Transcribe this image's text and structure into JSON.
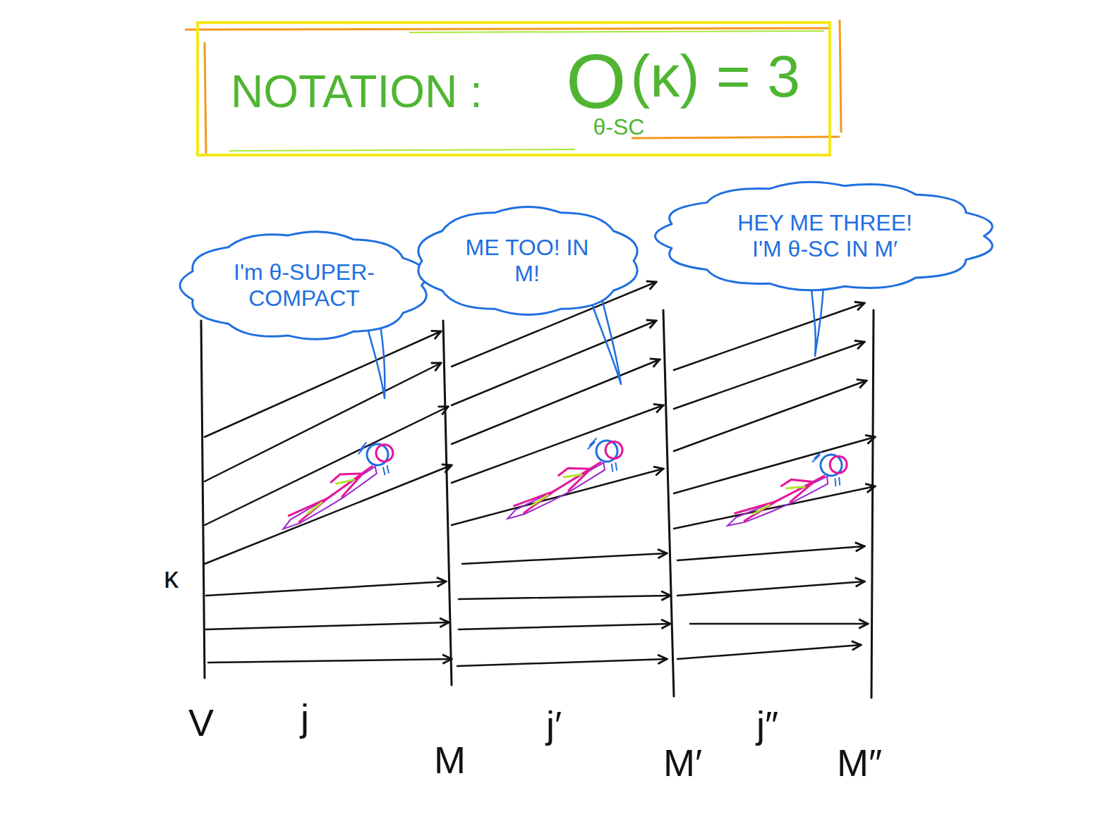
{
  "diagram": {
    "nodes": [
      {
        "text": [
          "NOTATION :",
          "O",
          "θ-SC",
          "(κ) = 3"
        ]
      },
      {
        "text": [
          "I'm θ-SUPER- COMPACT"
        ]
      },
      {
        "text": [
          "ME TOO! IN M!"
        ]
      },
      {
        "text": [
          "HEY ME THREE! I'M θ-SC IN M′"
        ]
      }
    ],
    "labels": [
      "κ",
      "V",
      "j",
      "M",
      "j′",
      "M′",
      "j″",
      "M″"
    ]
  }
}
